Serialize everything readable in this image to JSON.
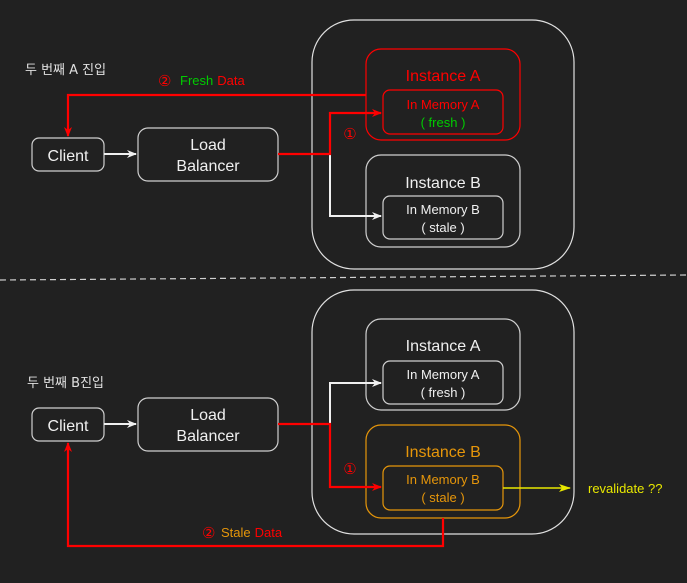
{
  "colors": {
    "background": "#212121",
    "white": "#f0f0f0",
    "gray": "#bdbdbd",
    "red": "#ff0000",
    "green": "#00cc00",
    "orange": "#e6960a",
    "yellow": "#e8e800"
  },
  "top": {
    "caption": "두 번째 A 진입",
    "client": "Client",
    "load_balancer": [
      "Load",
      "Balancer"
    ],
    "instance_a": {
      "title": "Instance A",
      "memory": "In Memory A",
      "state_open": "( ",
      "state": "fresh",
      "state_close": "  )"
    },
    "instance_b": {
      "title": "Instance B",
      "memory": "In Memory B",
      "state": "( stale )"
    },
    "step1": "①",
    "step2": "②",
    "response_word1": "Fresh",
    "response_word2": "Data"
  },
  "bottom": {
    "caption": "두 번째 B진입",
    "client": "Client",
    "load_balancer": [
      "Load",
      "Balancer"
    ],
    "instance_a": {
      "title": "Instance A",
      "memory": "In Memory A",
      "state": "( fresh )"
    },
    "instance_b": {
      "title": "Instance B",
      "memory": "In Memory B",
      "state": "( stale )"
    },
    "step1": "①",
    "step2": "②",
    "response_word1": "Stale",
    "response_word2": "Data",
    "revalidate": "revalidate ??"
  }
}
